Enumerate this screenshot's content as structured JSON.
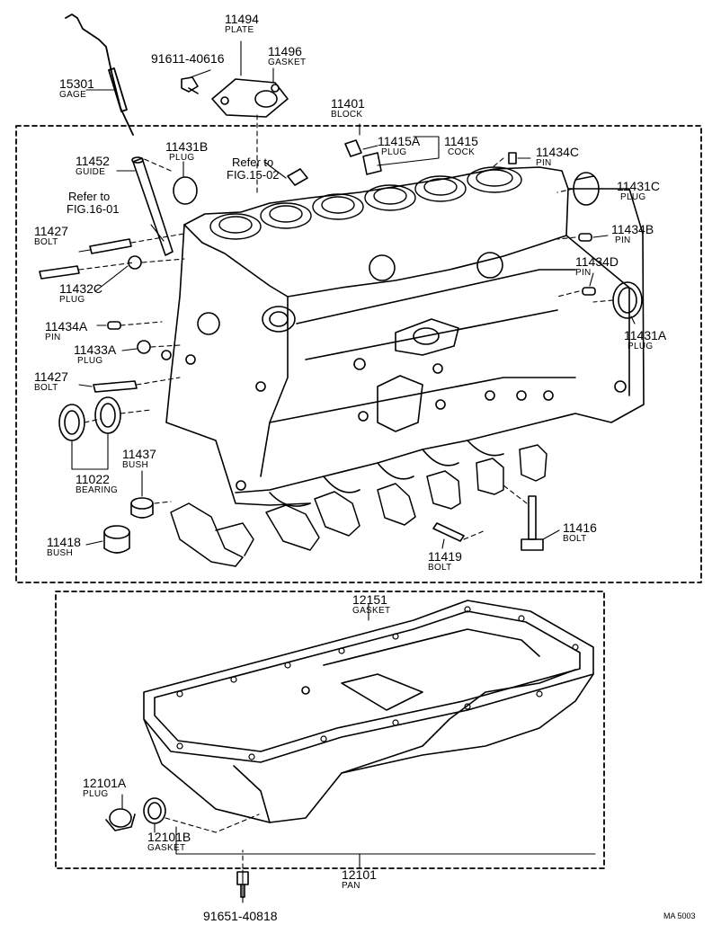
{
  "labels": {
    "p11494": {
      "num": "11494",
      "name": "PLATE"
    },
    "p91611": {
      "num": "91611-40616"
    },
    "p11496": {
      "num": "11496",
      "name": "GASKET"
    },
    "p15301": {
      "num": "15301",
      "name": "GAGE"
    },
    "p11401": {
      "num": "11401",
      "name": "BLOCK"
    },
    "p11415A": {
      "num": "11415A",
      "name": "PLUG"
    },
    "p11415": {
      "num": "11415",
      "name": "COCK"
    },
    "p11434C": {
      "num": "11434C",
      "name": "PIN"
    },
    "p11431B": {
      "num": "11431B",
      "name": "PLUG"
    },
    "ref15": {
      "l1": "Refer to",
      "l2": "FIG.15-02"
    },
    "p11452": {
      "num": "11452",
      "name": "GUIDE"
    },
    "p11431C": {
      "num": "11431C",
      "name": "PLUG"
    },
    "ref16": {
      "l1": "Refer to",
      "l2": "FIG.16-01"
    },
    "p11427a": {
      "num": "11427",
      "name": "BOLT"
    },
    "p11434B": {
      "num": "11434B",
      "name": "PIN"
    },
    "p11434D": {
      "num": "11434D",
      "name": "PIN"
    },
    "p11432C": {
      "num": "11432C",
      "name": "PLUG"
    },
    "p11434A": {
      "num": "11434A",
      "name": "PIN"
    },
    "p11431A": {
      "num": "11431A",
      "name": "PLUG"
    },
    "p11433A": {
      "num": "11433A",
      "name": "PLUG"
    },
    "p11427b": {
      "num": "11427",
      "name": "BOLT"
    },
    "p11437": {
      "num": "11437",
      "name": "BUSH"
    },
    "p11022": {
      "num": "11022",
      "name": "BEARING"
    },
    "p11416": {
      "num": "11416",
      "name": "BOLT"
    },
    "p11418": {
      "num": "11418",
      "name": "BUSH"
    },
    "p11419": {
      "num": "11419",
      "name": "BOLT"
    },
    "p12151": {
      "num": "12151",
      "name": "GASKET"
    },
    "p12101A": {
      "num": "12101A",
      "name": "PLUG"
    },
    "p12101B": {
      "num": "12101B",
      "name": "GASKET"
    },
    "p12101": {
      "num": "12101",
      "name": "PAN"
    },
    "p91651": {
      "num": "91651-40818"
    }
  },
  "figure_code": "MA 5003"
}
